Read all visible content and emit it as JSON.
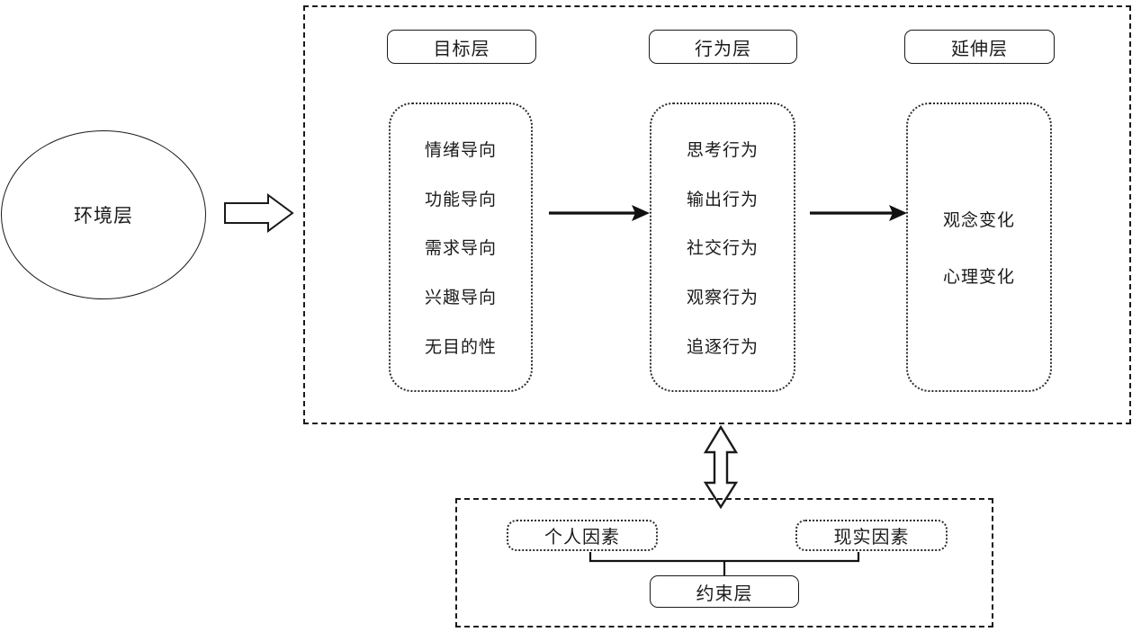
{
  "diagram": {
    "environment": {
      "label": "环境层",
      "shape": "circle"
    },
    "flow_arrow_label": "block-arrow-right",
    "top_section": {
      "headers": [
        {
          "id": "goal",
          "label": "目标层"
        },
        {
          "id": "behavior",
          "label": "行为层"
        },
        {
          "id": "extension",
          "label": "延伸层"
        }
      ],
      "columns": [
        {
          "id": "goal",
          "items": [
            "情绪导向",
            "功能导向",
            "需求导向",
            "兴趣导向",
            "无目的性"
          ]
        },
        {
          "id": "behavior",
          "items": [
            "思考行为",
            "输出行为",
            "社交行为",
            "观察行为",
            "追逐行为"
          ]
        },
        {
          "id": "extension",
          "items": [
            "观念变化",
            "心理变化"
          ]
        }
      ]
    },
    "bottom_section": {
      "factors": [
        {
          "id": "personal",
          "label": "个人因素"
        },
        {
          "id": "reality",
          "label": "现实因素"
        }
      ],
      "constraint": {
        "label": "约束层"
      }
    },
    "colors": {
      "stroke": "#1a1a1a",
      "dotted_stroke": "#2b2b2b",
      "background": "#ffffff"
    }
  }
}
